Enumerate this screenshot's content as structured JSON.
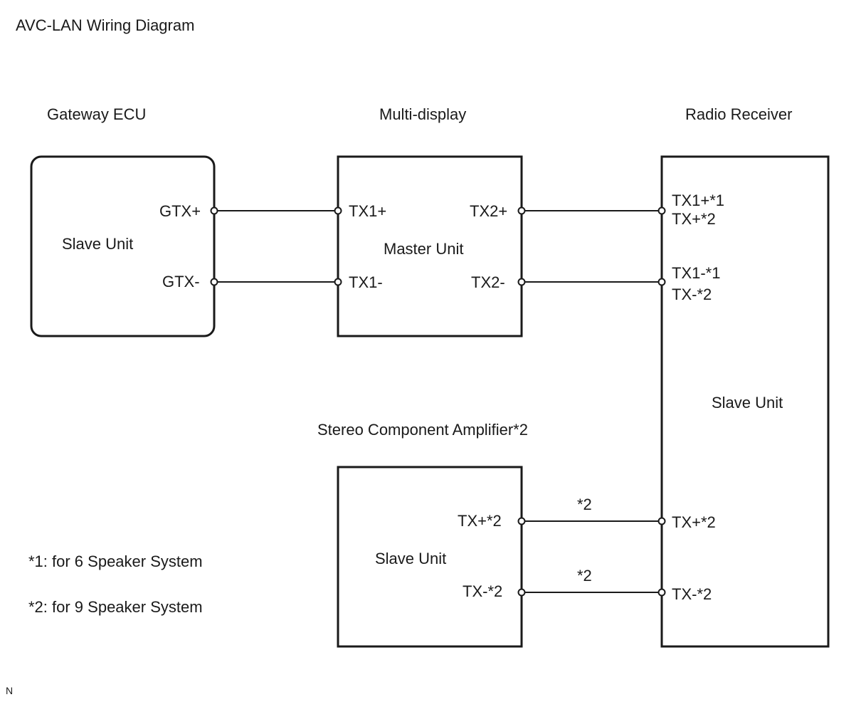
{
  "title": "AVC-LAN Wiring Diagram",
  "footer_mark": "N",
  "components": {
    "gateway": {
      "name": "Gateway ECU",
      "unit": "Slave Unit",
      "pin_plus": "GTX+",
      "pin_minus": "GTX-"
    },
    "multidisplay": {
      "name": "Multi-display",
      "unit": "Master Unit",
      "pin_tx1_plus": "TX1+",
      "pin_tx1_minus": "TX1-",
      "pin_tx2_plus": "TX2+",
      "pin_tx2_minus": "TX2-"
    },
    "radio": {
      "name": "Radio Receiver",
      "unit": "Slave Unit",
      "pin_top_plus_l1": "TX1+*1",
      "pin_top_plus_l2": "TX+*2",
      "pin_top_minus_l1": "TX1-*1",
      "pin_top_minus_l2": "TX-*2",
      "pin_bottom_plus": "TX+*2",
      "pin_bottom_minus": "TX-*2"
    },
    "amplifier": {
      "name": "Stereo Component Amplifier*2",
      "unit": "Slave Unit",
      "pin_plus": "TX+*2",
      "pin_minus": "TX-*2"
    }
  },
  "wire_notes": {
    "amp_plus": "*2",
    "amp_minus": "*2"
  },
  "notes": [
    "*1: for 6 Speaker System",
    "*2: for 9 Speaker System"
  ]
}
